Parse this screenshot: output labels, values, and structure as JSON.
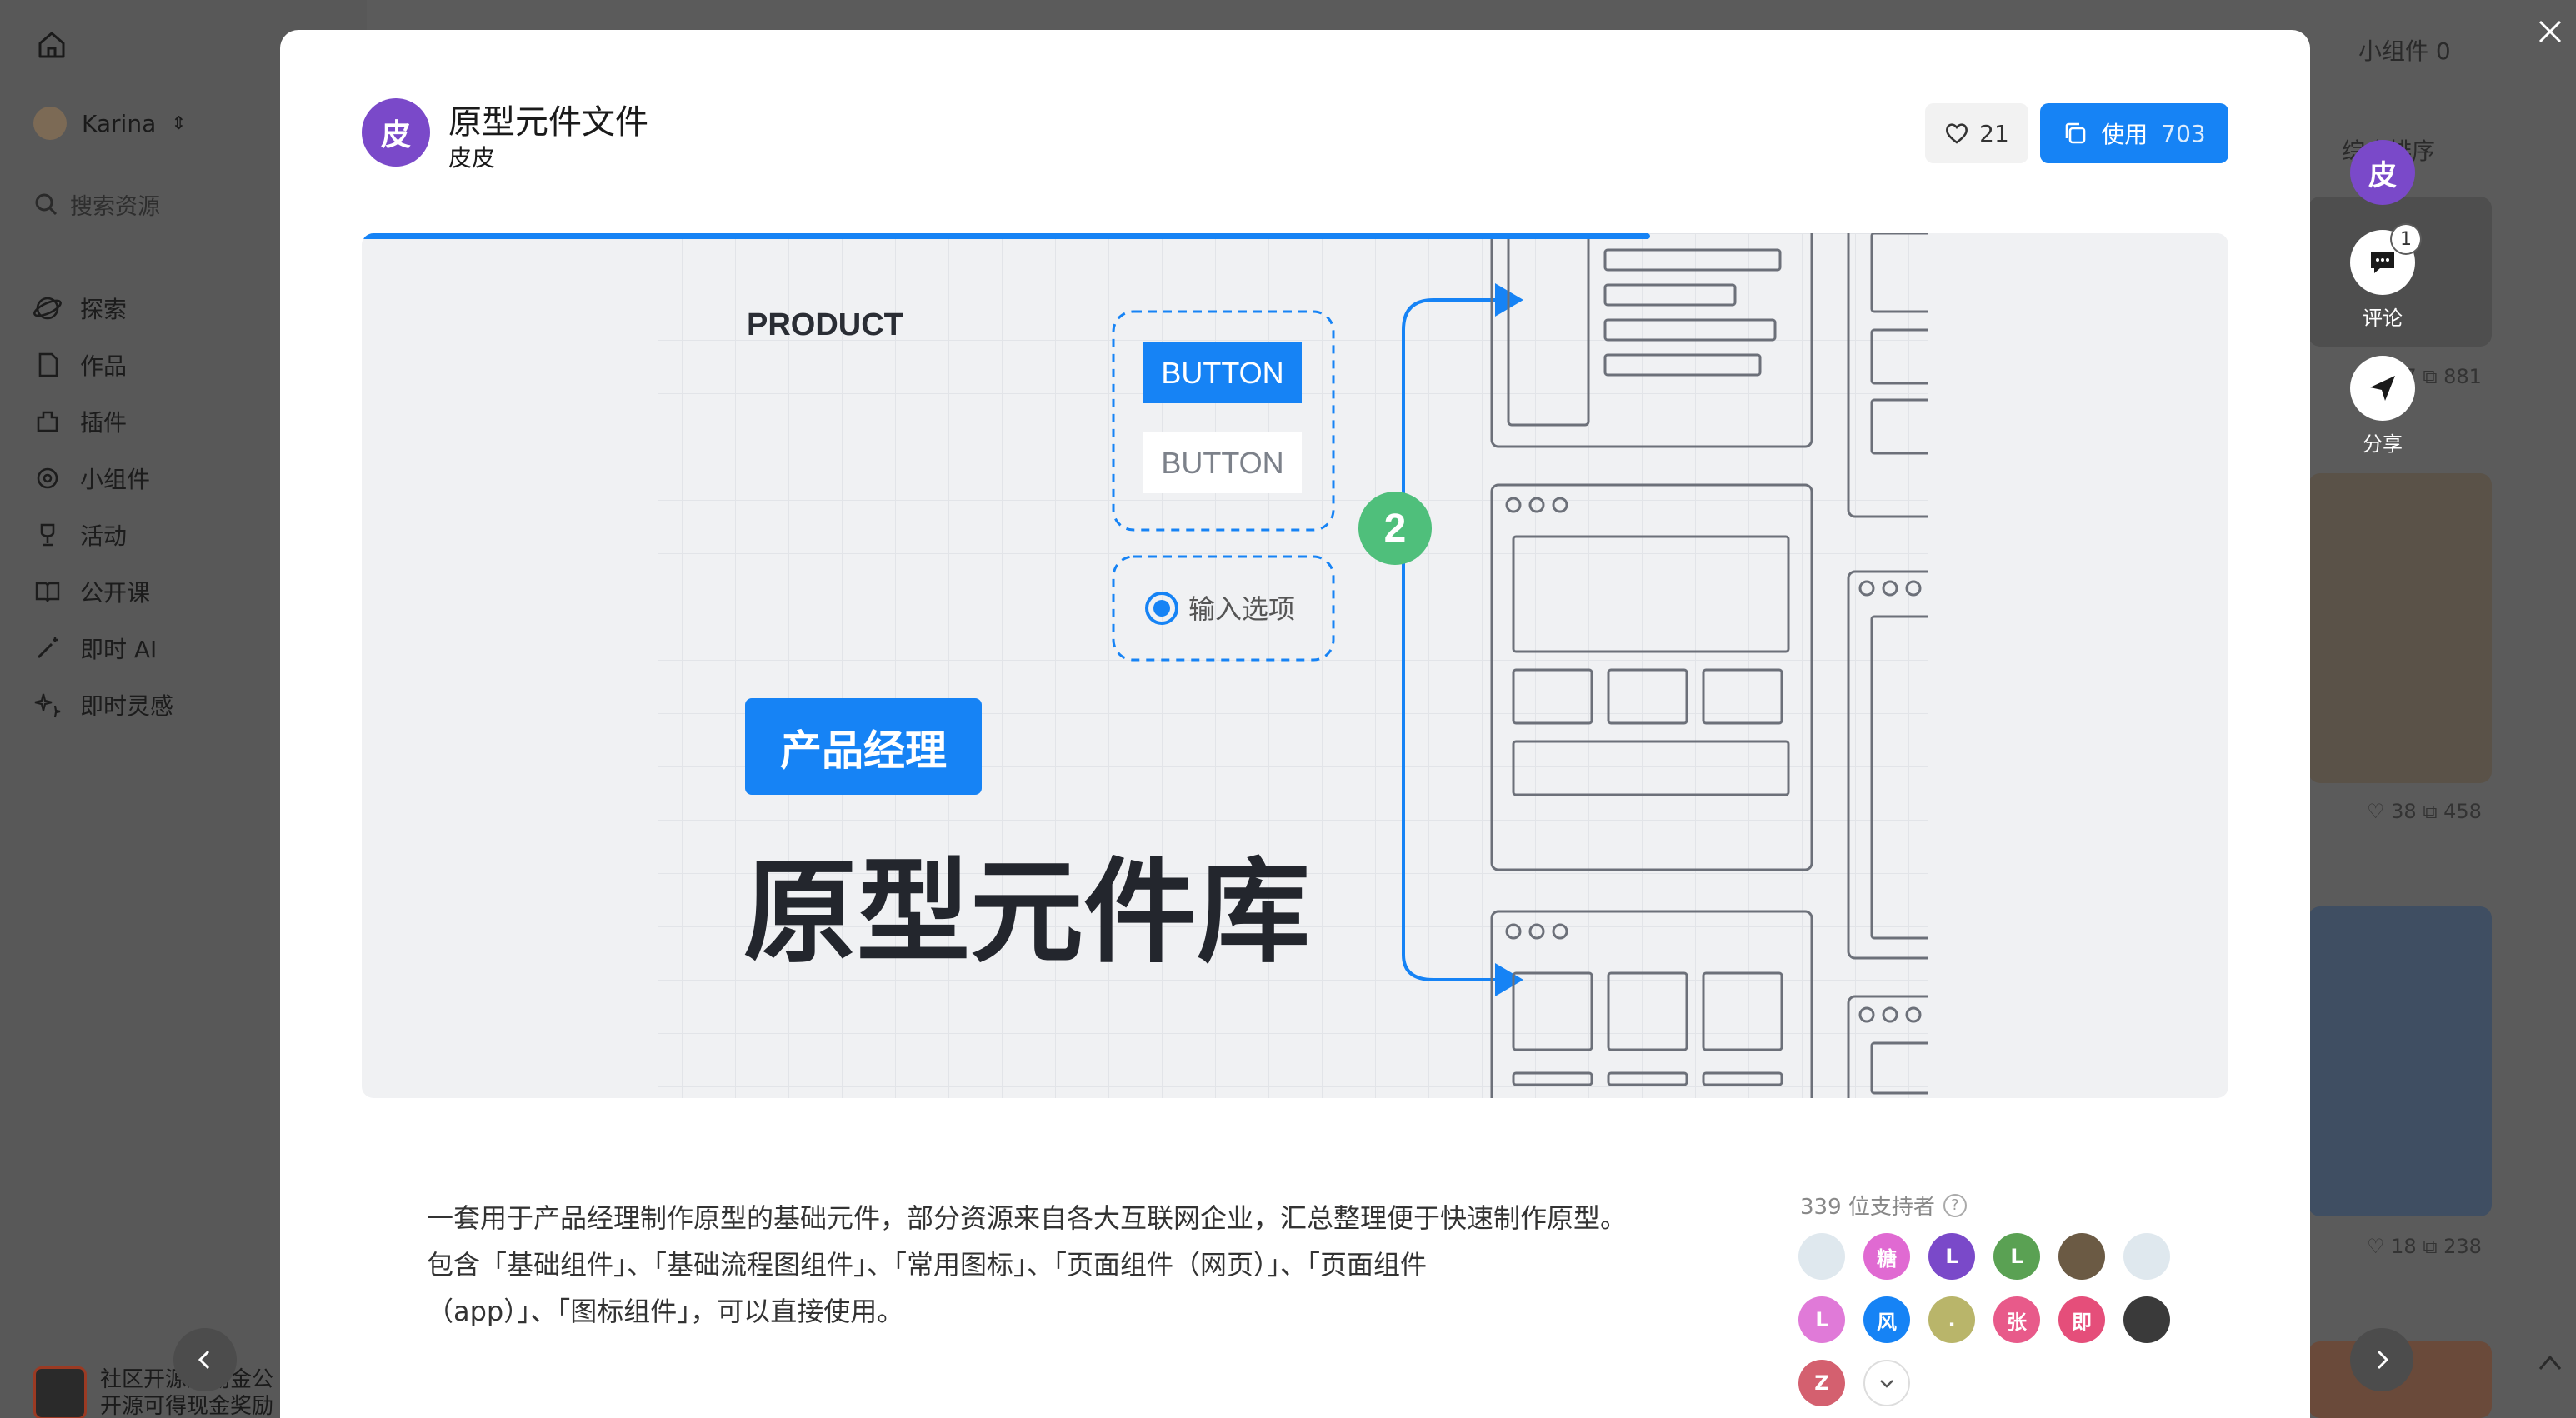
{
  "background": {
    "user_name": "Karina",
    "search_placeholder": "搜索资源",
    "nav": [
      {
        "icon": "explore-icon",
        "label": "探索"
      },
      {
        "icon": "document-icon",
        "label": "作品"
      },
      {
        "icon": "plugin-icon",
        "label": "插件"
      },
      {
        "icon": "widget-icon",
        "label": "小组件"
      },
      {
        "icon": "trophy-icon",
        "label": "活动"
      },
      {
        "icon": "book-icon",
        "label": "公开课"
      },
      {
        "icon": "magic-wand-icon",
        "label": "即时 AI"
      },
      {
        "icon": "sparkle-icon",
        "label": "即时灵感"
      }
    ],
    "promo_line1": "社区开源激励金公",
    "promo_line2": "开源可得现金奖励",
    "top_right": "小组件  0",
    "sort_label": "综合排序",
    "card_stats": [
      "♡ 47  ⧉ 881",
      "♡ 38  ⧉ 458",
      "♡ 18  ⧉ 238"
    ]
  },
  "modal": {
    "avatar_char": "皮",
    "title": "原型元件文件",
    "author": "皮皮",
    "likes": "21",
    "use_label": "使用",
    "use_count": "703",
    "progress_fraction": 0.69,
    "preview": {
      "product_label": "PRODUCT",
      "button_primary": "BUTTON",
      "button_secondary": "BUTTON",
      "radio_label": "输入选项",
      "step_number": "2",
      "badge": "产品经理",
      "headline": "原型元件库"
    },
    "description_line1": "一套用于产品经理制作原型的基础元件，部分资源来自各大互联网企业，汇总整理便于快速制作原型。",
    "description_line2": "包含「基础组件」、「基础流程图组件」、「常用图标」、「页面组件（网页）」、「页面组件",
    "description_line3": "（app）」、「图标组件」，可以直接使用。",
    "supporters_title": "339 位支持者",
    "supporters": [
      {
        "text": "",
        "color": "#dfe8ee"
      },
      {
        "text": "糖",
        "color": "#e06ad2"
      },
      {
        "text": "L",
        "color": "#7a49c9"
      },
      {
        "text": "L",
        "color": "#5aa153"
      },
      {
        "text": "",
        "color": "#6b5a44"
      },
      {
        "text": "",
        "color": "#dfe8ee"
      },
      {
        "text": "L",
        "color": "#e07ad8"
      },
      {
        "text": "风",
        "color": "#1683f5"
      },
      {
        "text": ".",
        "color": "#b9b56a"
      },
      {
        "text": "张",
        "color": "#e85a8a"
      },
      {
        "text": "即",
        "color": "#e54e7a"
      },
      {
        "text": "",
        "color": "#3a3a3a"
      },
      {
        "text": "Z",
        "color": "#d4606f"
      }
    ],
    "tags_title": "标签"
  },
  "side": {
    "author_char": "皮",
    "comment_label": "评论",
    "comment_count": "1",
    "share_label": "分享"
  }
}
